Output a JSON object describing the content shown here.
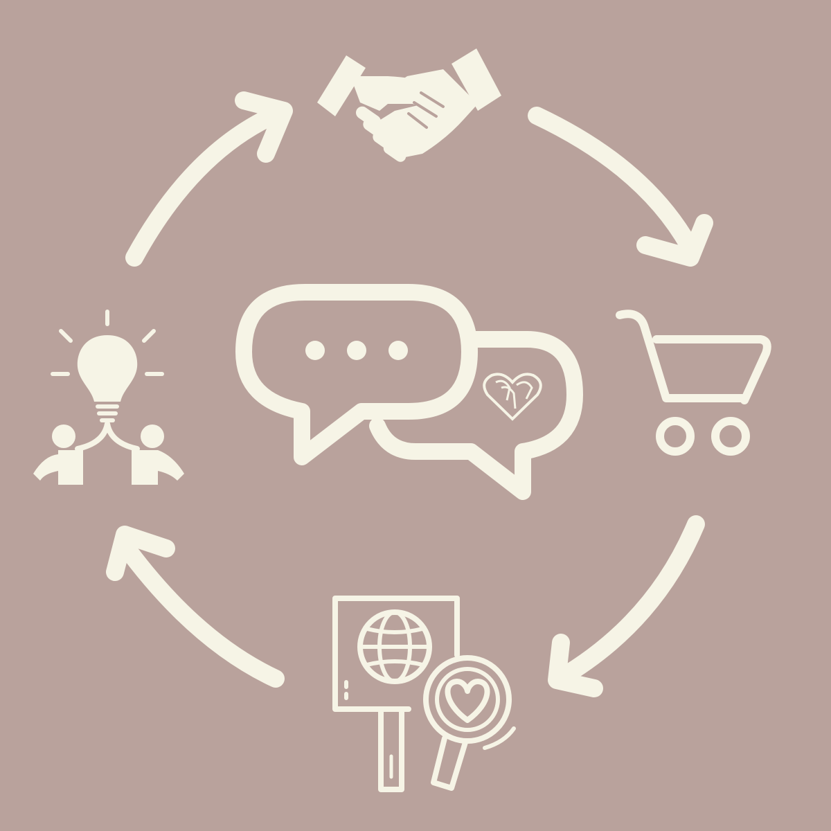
{
  "colors": {
    "background": "#b9a29c",
    "foreground": "#f6f4e6"
  },
  "diagram": {
    "type": "cycle",
    "direction": "clockwise",
    "nodes": [
      {
        "id": "handshake",
        "icon": "handshake-icon"
      },
      {
        "id": "shopping-cart",
        "icon": "shopping-cart-icon"
      },
      {
        "id": "research",
        "icon": "globe-search-heart-icon"
      },
      {
        "id": "idea",
        "icon": "lightbulb-people-icon"
      }
    ],
    "center": {
      "icon": "chat-bubbles-heart-icon"
    },
    "arrows": [
      {
        "from": "idea",
        "to": "handshake"
      },
      {
        "from": "handshake",
        "to": "shopping-cart"
      },
      {
        "from": "shopping-cart",
        "to": "research"
      },
      {
        "from": "research",
        "to": "idea"
      }
    ]
  }
}
